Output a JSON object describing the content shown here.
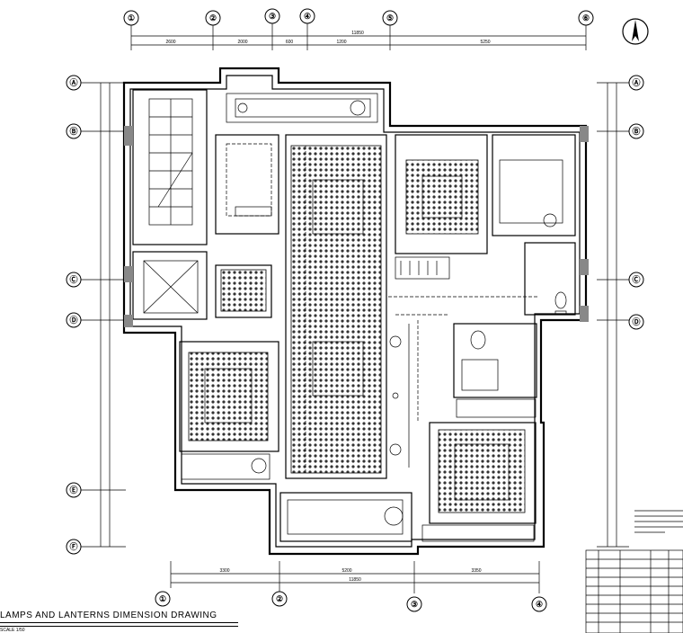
{
  "grid_labels": {
    "top": [
      "①",
      "②",
      "③",
      "④",
      "⑤",
      "⑥"
    ],
    "bottom": [
      "①",
      "②",
      "③",
      "④"
    ],
    "left": [
      "Ⓐ",
      "Ⓑ",
      "Ⓒ",
      "Ⓓ",
      "Ⓔ",
      "Ⓕ"
    ],
    "right": [
      "Ⓐ",
      "Ⓑ",
      "Ⓒ",
      "Ⓓ"
    ]
  },
  "dimensions": {
    "top_overall": "11850",
    "top_segments": [
      "2600",
      "2000",
      "600",
      "1200",
      "5250"
    ],
    "bottom_overall": "11850",
    "bottom_segments": [
      "3300",
      "5200",
      "3350"
    ]
  },
  "drawing_title": "LAMPS AND LANTERNS DIMENSION DRAWING",
  "scale_text": "SCALE 1/50",
  "colors": {
    "ink": "#000000",
    "paper": "#ffffff"
  },
  "icons": [
    "north-arrow-icon"
  ]
}
